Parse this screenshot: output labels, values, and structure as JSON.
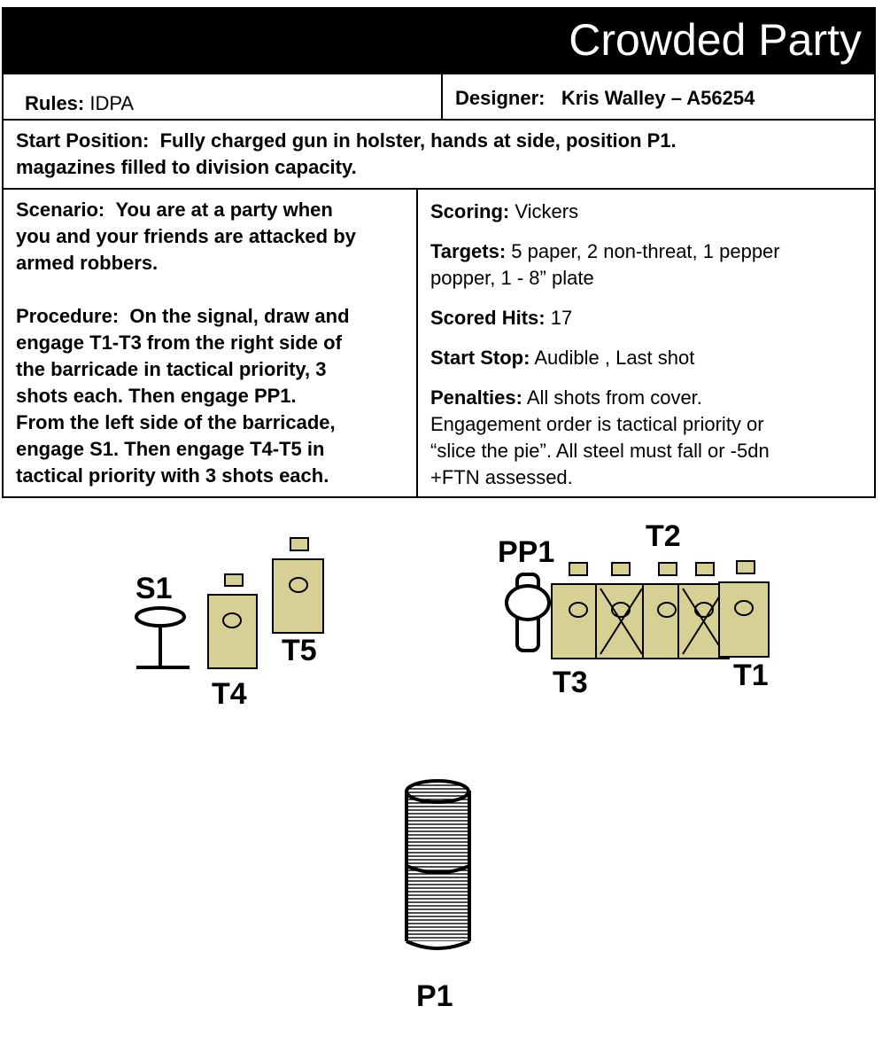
{
  "title": "Crowded Party",
  "rules": {
    "label": "Rules:",
    "value": " IDPA"
  },
  "designer": {
    "label": "Designer:",
    "value": "Kris Walley – A56254"
  },
  "start_position": {
    "label": "Start Position:",
    "line1": "Fully charged gun in holster, hands at side, position P1.",
    "line2": "magazines filled to division capacity."
  },
  "scenario": {
    "label": "Scenario:",
    "line1": "You are at a party when",
    "line2": "you and your friends are attacked by",
    "line3": "armed robbers."
  },
  "procedure": {
    "label": "Procedure:",
    "line1": "On the signal, draw and",
    "line2": "engage  T1-T3 from the right side of",
    "line3": "the barricade in tactical priority, 3",
    "line4": "shots each.  Then engage PP1.",
    "line5": "From the left side of the barricade,",
    "line6": "engage S1.  Then engage T4-T5 in",
    "line7": "tactical priority with 3 shots each."
  },
  "scoring": {
    "label": "Scoring:",
    "value": " Vickers"
  },
  "targets": {
    "label": "Targets:",
    "line1": " 5 paper, 2 non-threat, 1 pepper",
    "line2": "popper, 1 - 8” plate"
  },
  "scored_hits": {
    "label": "Scored Hits:",
    "value": " 17"
  },
  "start_stop": {
    "label": "Start Stop:",
    "value": " Audible , Last shot"
  },
  "penalties": {
    "label": "Penalties:",
    "line1": "  All shots from cover.",
    "line2": "Engagement order is tactical priority or",
    "line3": "“slice the pie”.  All steel must fall or -5dn",
    "line4": "+FTN assessed."
  },
  "diagram": {
    "labels": {
      "s1": "S1",
      "t4": "T4",
      "t5": "T5",
      "pp1": "PP1",
      "t2": "T2",
      "t3": "T3",
      "t1": "T1",
      "p1": "P1"
    },
    "colors": {
      "target_fill": "#d6d095",
      "outline": "#000000"
    }
  }
}
